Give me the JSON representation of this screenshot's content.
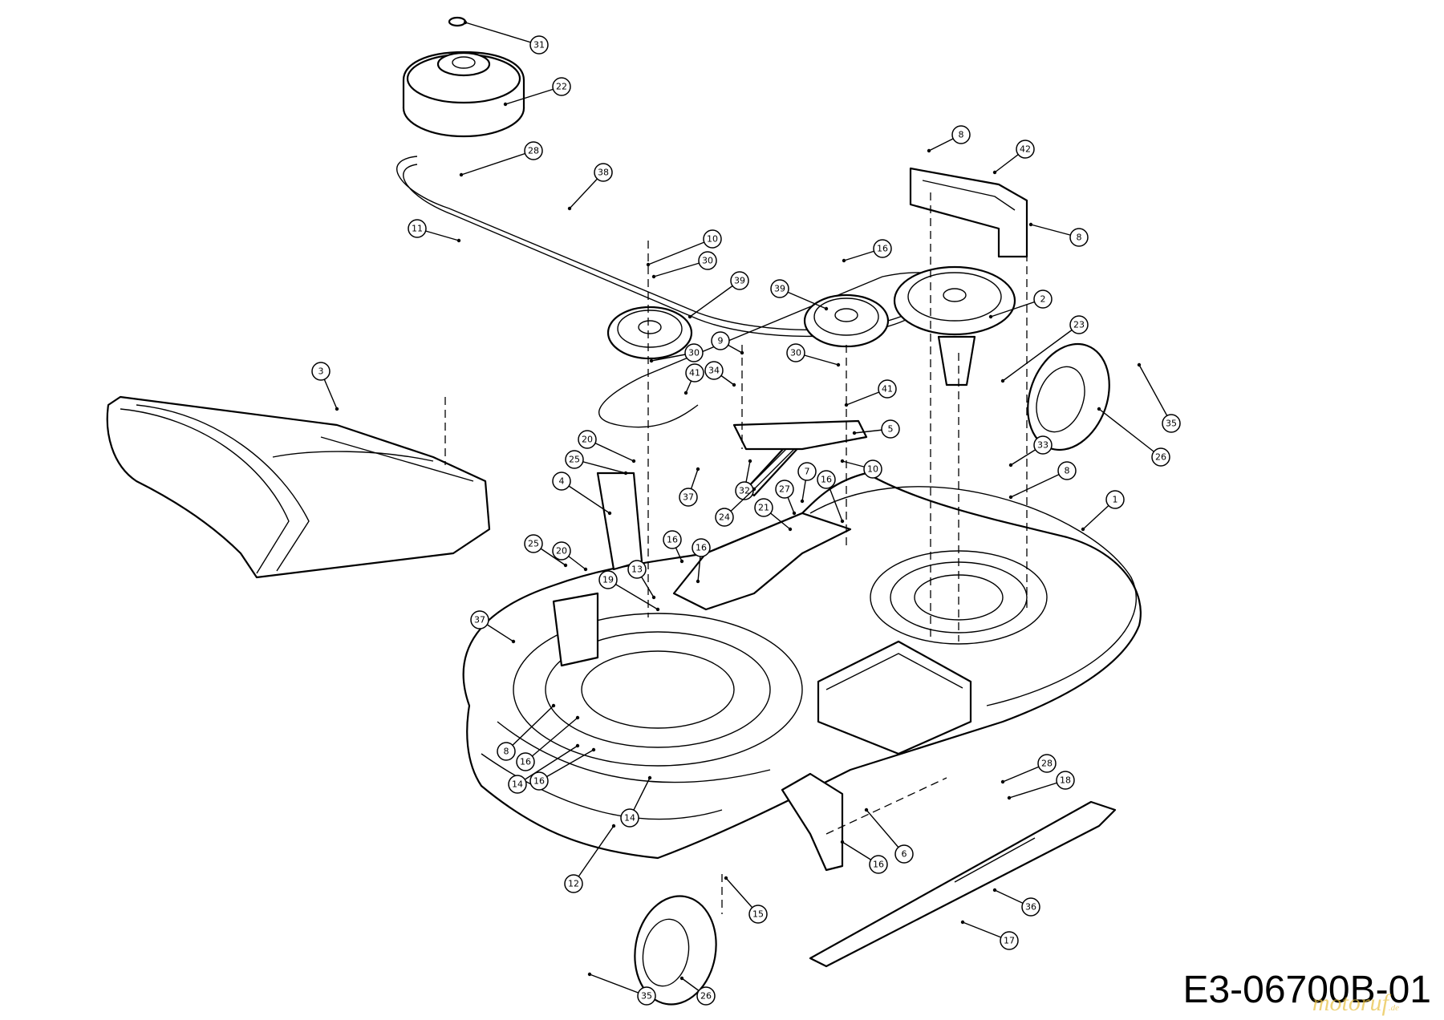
{
  "drawing_code": "E3-06700B-01",
  "watermark": {
    "text": "motoruf",
    "suffix": ".de",
    "color": "#e8c040"
  },
  "callouts": [
    {
      "id": "c31",
      "label": "31"
    },
    {
      "id": "c22",
      "label": "22"
    },
    {
      "id": "c28a",
      "label": "28"
    },
    {
      "id": "c38",
      "label": "38"
    },
    {
      "id": "c11",
      "label": "11"
    },
    {
      "id": "c10a",
      "label": "10"
    },
    {
      "id": "c30a",
      "label": "30"
    },
    {
      "id": "c39a",
      "label": "39"
    },
    {
      "id": "c39b",
      "label": "39"
    },
    {
      "id": "c16a",
      "label": "16"
    },
    {
      "id": "c8a",
      "label": "8"
    },
    {
      "id": "c42",
      "label": "42"
    },
    {
      "id": "c8b",
      "label": "8"
    },
    {
      "id": "c2",
      "label": "2"
    },
    {
      "id": "c23",
      "label": "23"
    },
    {
      "id": "c9",
      "label": "9"
    },
    {
      "id": "c30b",
      "label": "30"
    },
    {
      "id": "c30c",
      "label": "30"
    },
    {
      "id": "c34",
      "label": "34"
    },
    {
      "id": "c41a",
      "label": "41"
    },
    {
      "id": "c41b",
      "label": "41"
    },
    {
      "id": "c3",
      "label": "3"
    },
    {
      "id": "c35a",
      "label": "35"
    },
    {
      "id": "c5",
      "label": "5"
    },
    {
      "id": "c33",
      "label": "33"
    },
    {
      "id": "c26a",
      "label": "26"
    },
    {
      "id": "c20a",
      "label": "20"
    },
    {
      "id": "c25a",
      "label": "25"
    },
    {
      "id": "c10b",
      "label": "10"
    },
    {
      "id": "c4",
      "label": "4"
    },
    {
      "id": "c37a",
      "label": "37"
    },
    {
      "id": "c32",
      "label": "32"
    },
    {
      "id": "c24",
      "label": "24"
    },
    {
      "id": "c27",
      "label": "27"
    },
    {
      "id": "c7",
      "label": "7"
    },
    {
      "id": "c16b",
      "label": "16"
    },
    {
      "id": "c8c",
      "label": "8"
    },
    {
      "id": "c21",
      "label": "21"
    },
    {
      "id": "c1",
      "label": "1"
    },
    {
      "id": "c25b",
      "label": "25"
    },
    {
      "id": "c20b",
      "label": "20"
    },
    {
      "id": "c16c",
      "label": "16"
    },
    {
      "id": "c16d",
      "label": "16"
    },
    {
      "id": "c13",
      "label": "13"
    },
    {
      "id": "c19",
      "label": "19"
    },
    {
      "id": "c37b",
      "label": "37"
    },
    {
      "id": "c8d",
      "label": "8"
    },
    {
      "id": "c16e",
      "label": "16"
    },
    {
      "id": "c14a",
      "label": "14"
    },
    {
      "id": "c16f",
      "label": "16"
    },
    {
      "id": "c28b",
      "label": "28"
    },
    {
      "id": "c18",
      "label": "18"
    },
    {
      "id": "c14b",
      "label": "14"
    },
    {
      "id": "c16g",
      "label": "16"
    },
    {
      "id": "c6",
      "label": "6"
    },
    {
      "id": "c12",
      "label": "12"
    },
    {
      "id": "c15",
      "label": "15"
    },
    {
      "id": "c36",
      "label": "36"
    },
    {
      "id": "c17",
      "label": "17"
    },
    {
      "id": "c35b",
      "label": "35"
    },
    {
      "id": "c26b",
      "label": "26"
    }
  ]
}
